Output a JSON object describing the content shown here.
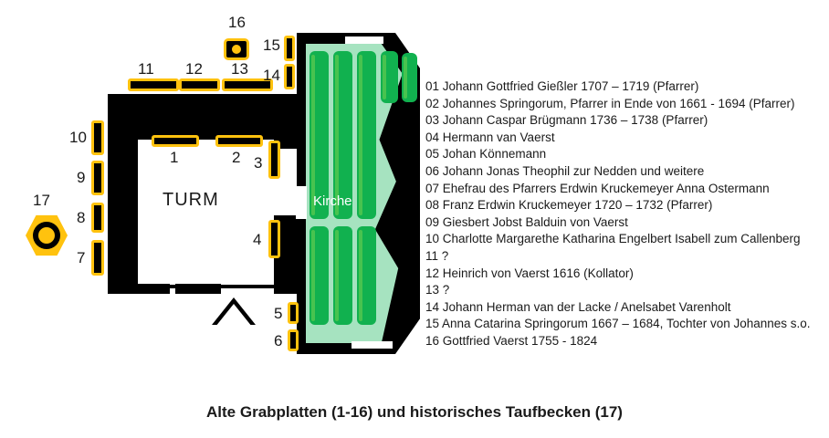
{
  "caption": "Alte Grabplatten (1-16) und historisches Taufbecken (17)",
  "plan": {
    "tower_label": "TURM",
    "church_label": "Kirche",
    "colors": {
      "wall": "#000000",
      "plate_fill": "#000000",
      "plate_border": "#FFC20E",
      "church_floor": "#A6E3C0",
      "pew": "#11B14F",
      "background": "#FFFFFF"
    },
    "plates": [
      {
        "id": "01",
        "label": "1"
      },
      {
        "id": "02",
        "label": "2"
      },
      {
        "id": "03",
        "label": "3"
      },
      {
        "id": "04",
        "label": "4"
      },
      {
        "id": "05",
        "label": "5"
      },
      {
        "id": "06",
        "label": "6"
      },
      {
        "id": "07",
        "label": "7"
      },
      {
        "id": "08",
        "label": "8"
      },
      {
        "id": "09",
        "label": "9"
      },
      {
        "id": "10",
        "label": "10"
      },
      {
        "id": "11",
        "label": "11"
      },
      {
        "id": "12",
        "label": "12"
      },
      {
        "id": "13",
        "label": "13"
      },
      {
        "id": "14",
        "label": "14"
      },
      {
        "id": "15",
        "label": "15"
      },
      {
        "id": "16",
        "label": "16"
      },
      {
        "id": "17",
        "label": "17"
      }
    ]
  },
  "legend": {
    "entries": [
      "01 Johann Gottfried Gießler 1707 – 1719 (Pfarrer)",
      "02 Johannes Springorum, Pfarrer in Ende von 1661 - 1694 (Pfarrer)",
      "03 Johann Caspar Brügmann 1736 – 1738 (Pfarrer)",
      "04 Hermann van Vaerst",
      "05 Johan Könnemann",
      "06 Johann Jonas Theophil zur Nedden und weitere",
      "07 Ehefrau des Pfarrers Erdwin Kruckemeyer Anna Ostermann",
      "08 Franz Erdwin Kruckemeyer 1720 – 1732 (Pfarrer)",
      "09 Giesbert Jobst Balduin von Vaerst",
      "10 Charlotte Margarethe Katharina Engelbert Isabell zum Callenberg",
      "11 ?",
      "12 Heinrich von Vaerst  1616 (Kollator)",
      "13 ?",
      "14 Johann Herman van der Lacke / Anelsabet Varenholt",
      "15 Anna Catarina Springorum 1667 – 1684, Tochter von Johannes s.o.",
      "16 Gottfried Vaerst 1755 - 1824"
    ]
  }
}
